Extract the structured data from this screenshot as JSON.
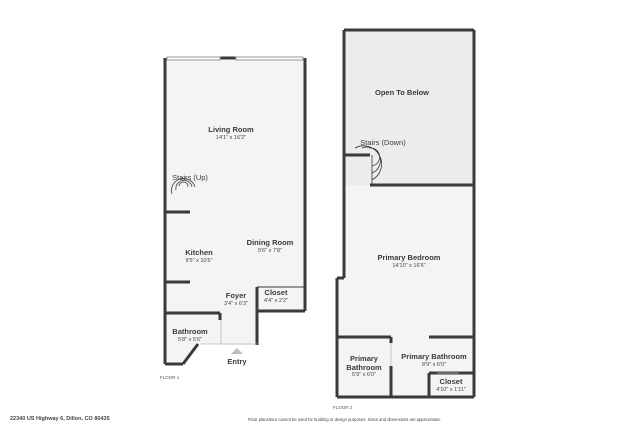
{
  "floors": [
    {
      "label": "FLOOR 1",
      "rooms": [
        {
          "name": "Living Room",
          "dimensions": "14'1\" x 16'2\""
        },
        {
          "name": "Stairs (Up)",
          "dimensions": ""
        },
        {
          "name": "Kitchen",
          "dimensions": "9'5\" x 10'6\""
        },
        {
          "name": "Dining Room",
          "dimensions": "5'6\" x 7'8\""
        },
        {
          "name": "Closet",
          "dimensions": "4'4\" x 2'2\""
        },
        {
          "name": "Foyer",
          "dimensions": "3'4\" x 6'3\""
        },
        {
          "name": "Bathroom",
          "dimensions": "5'8\" x 5'6\""
        },
        {
          "name": "Entry",
          "dimensions": ""
        }
      ]
    },
    {
      "label": "FLOOR 2",
      "rooms": [
        {
          "name": "Open To Below",
          "dimensions": ""
        },
        {
          "name": "Stairs (Down)",
          "dimensions": ""
        },
        {
          "name": "Primary Bedroom",
          "dimensions": "14'10\" x 16'6\""
        },
        {
          "name": "Primary Bathroom",
          "dimensions": "5'9\" x 6'0\""
        },
        {
          "name": "Primary Bathroom",
          "dimensions": "8'9\" x 6'0\""
        },
        {
          "name": "Closet",
          "dimensions": "4'10\" x 1'11\""
        }
      ]
    }
  ],
  "footer": {
    "address": "22340 US Highway 6, Dillon, CO 80435",
    "disclaimer": "Floor plans/tour cannot be used for building or design purposes. Sizes and dimensions are approximate."
  },
  "colors": {
    "wall": "#3a3a3a",
    "floor": "#f4f4f4",
    "open_to_below": "#ececec"
  }
}
